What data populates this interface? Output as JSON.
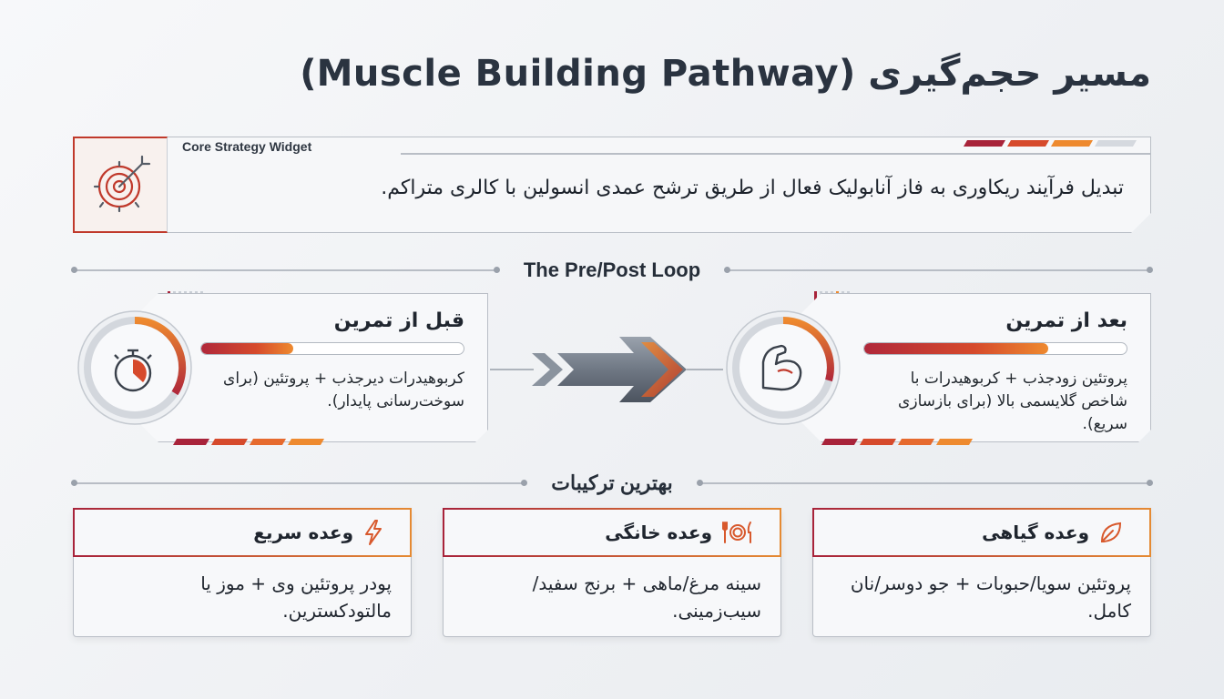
{
  "page": {
    "title": "مسیر حجم‌گیری (Muscle Building Pathway)"
  },
  "core": {
    "widget_label": "Core Strategy Widget",
    "text": "تبدیل فرآیند ریکاوری به فاز آنابولیک فعال از طریق ترشح عمدی انسولین با کالری متراکم.",
    "icon": "target-arrow-icon"
  },
  "loop": {
    "section_label": "The Pre/Post Loop",
    "pre": {
      "title": "قبل از تمرین",
      "description": "کربوهیدرات دیرجذب + پروتئین (برای سوخت‌رسانی پایدار).",
      "icon": "stopwatch-icon",
      "progress": 0.35
    },
    "post": {
      "title": "بعد از تمرین",
      "description": "پروتئین زودجذب + کربوهیدرات با شاخص گلایسمی بالا (برای بازسازی سریع).",
      "icon": "flexed-arm-icon",
      "progress": 0.7
    }
  },
  "combos": {
    "section_label": "بهترین ترکیبات",
    "items": [
      {
        "title": "وعده گیاهی",
        "body": "پروتئین سویا/حبوبات + جو دوسر/نان کامل.",
        "icon": "leaf-icon"
      },
      {
        "title": "وعده خانگی",
        "body": "سینه مرغ/ماهی + برنج سفید/سیب‌زمینی.",
        "icon": "fork-plate-knife-icon"
      },
      {
        "title": "وعده سریع",
        "body": "پودر پروتئین وی + موز یا مالتودکسترین.",
        "icon": "lightning-icon"
      }
    ]
  },
  "colors": {
    "crimson": "#a8233a",
    "red": "#d64a2c",
    "orange": "#ee8a2f",
    "gray": "#b9bec6"
  }
}
